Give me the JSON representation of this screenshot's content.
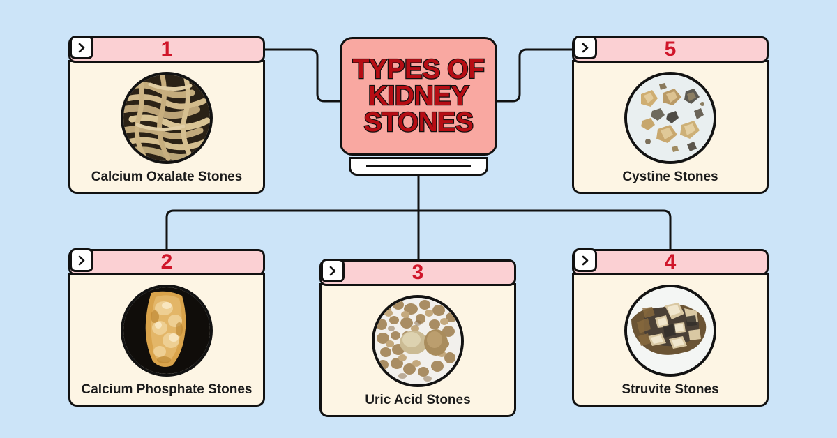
{
  "meta": {
    "background_color": "#cce4f8",
    "accent_pink": "#fbd0d3",
    "title_pink": "#f9a8a1",
    "number_red": "#d0162a",
    "title_red": "#b60d14",
    "card_cream": "#fdf5e4",
    "outline": "#111111"
  },
  "title": {
    "text": "TYPES OF\nKIDNEY\nSTONES",
    "line1": "TYPES OF",
    "line2": "KIDNEY",
    "line3": "STONES"
  },
  "cards": [
    {
      "number": "1",
      "label": "Calcium Oxalate Stones",
      "icon": "chevron-right-icon",
      "image": "calcium-oxalate-crystals-photo"
    },
    {
      "number": "2",
      "label": "Calcium Phosphate Stones",
      "icon": "chevron-right-icon",
      "image": "calcium-phosphate-stone-photo"
    },
    {
      "number": "3",
      "label": "Uric Acid Stones",
      "icon": "chevron-right-icon",
      "image": "uric-acid-pebbles-photo"
    },
    {
      "number": "4",
      "label": "Struvite Stones",
      "icon": "chevron-right-icon",
      "image": "struvite-crystal-cluster-photo"
    },
    {
      "number": "5",
      "label": "Cystine Stones",
      "icon": "chevron-right-icon",
      "image": "cystine-stone-fragments-photo"
    }
  ]
}
